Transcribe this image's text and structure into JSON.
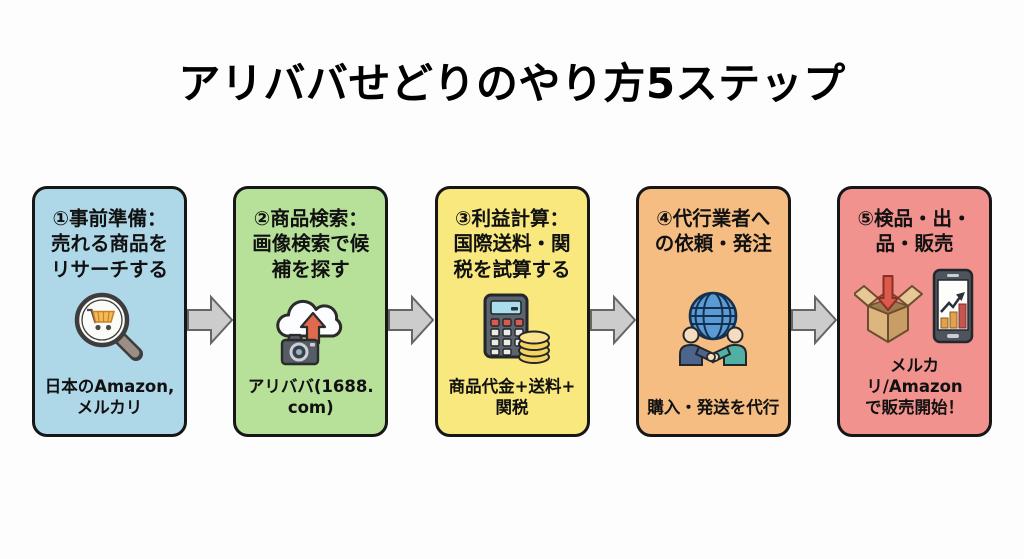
{
  "title": "アリババせどりのやり方5ステップ",
  "colors": {
    "background": "#FDFDFD",
    "title_color": "#000000",
    "card_border": "#161616",
    "step1_bg": "#AED7E8",
    "step2_bg": "#B7E099",
    "step3_bg": "#F8E87E",
    "step4_bg": "#F5BD82",
    "step5_bg": "#F1928E",
    "arrow_fill": "#CCCCCC",
    "arrow_stroke": "#666666"
  },
  "steps": [
    {
      "heading": "①事前準備：\n売れる商品を\nリサーチする",
      "caption": "日本のAmazon,\nメルカリ",
      "icon": "magnifier-cart-icon",
      "bg_color": "#AED7E8"
    },
    {
      "heading": "②商品検索：\n画像検索で候\n補を探す",
      "caption": "アリババ(1688.\ncom)",
      "icon": "cloud-upload-camera-icon",
      "bg_color": "#B7E099"
    },
    {
      "heading": "③利益計算：\n国際送料・関\n税を試算する",
      "caption": "商品代金+送料+\n関税",
      "icon": "calculator-coins-icon",
      "bg_color": "#F8E87E"
    },
    {
      "heading": "④代行業者へ\nの依頼・発注",
      "caption": "購入・発送を代行",
      "icon": "globe-handshake-icon",
      "bg_color": "#F5BD82"
    },
    {
      "heading": "⑤検品・出・\n品・販売",
      "caption": "メルカリ/Amazon\nで販売開始！",
      "icon": "open-box-phone-chart-icon",
      "bg_color": "#F1928E"
    }
  ]
}
